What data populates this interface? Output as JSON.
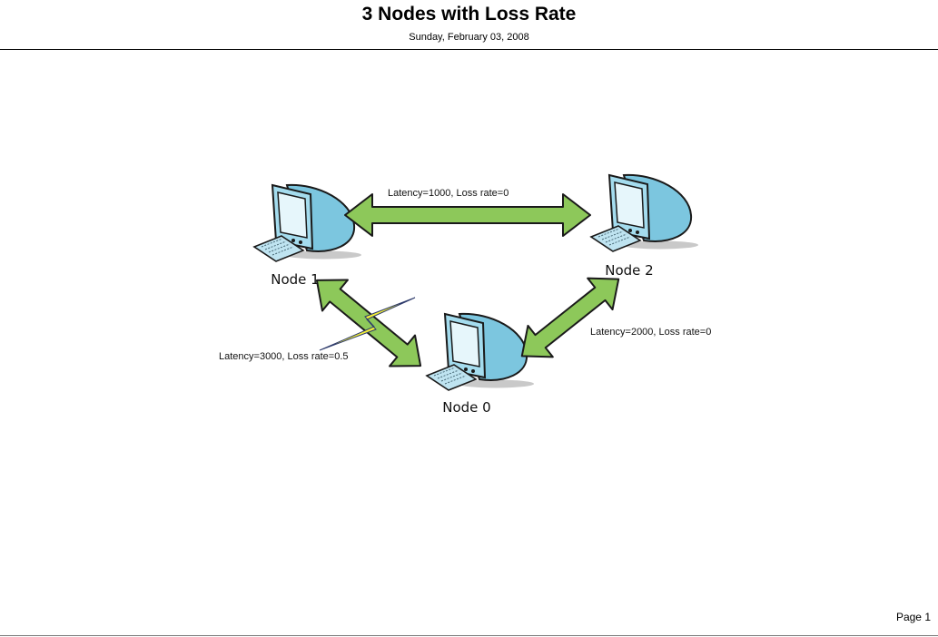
{
  "header": {
    "title": "3 Nodes with Loss Rate",
    "date": "Sunday, February 03, 2008"
  },
  "footer": {
    "page_label": "Page 1"
  },
  "nodes": [
    {
      "id": "node1",
      "label": "Node 1",
      "icon": "computer-icon"
    },
    {
      "id": "node2",
      "label": "Node 2",
      "icon": "computer-icon"
    },
    {
      "id": "node0",
      "label": "Node 0",
      "icon": "computer-icon"
    }
  ],
  "links": [
    {
      "from": "node1",
      "to": "node2",
      "label": "Latency=1000, Loss rate=0"
    },
    {
      "from": "node2",
      "to": "node0",
      "label": "Latency=2000, Loss rate=0"
    },
    {
      "from": "node1",
      "to": "node0",
      "label": "Latency=3000, Loss rate=0.5",
      "icon": "lightning-icon"
    }
  ],
  "colors": {
    "arrow_fill": "#8dc85a",
    "arrow_stroke": "#1a1a1a",
    "monitor_fill": "#8fd0e6",
    "screen_fill": "#dff3fa",
    "lightning_fill": "#f2ee38"
  }
}
